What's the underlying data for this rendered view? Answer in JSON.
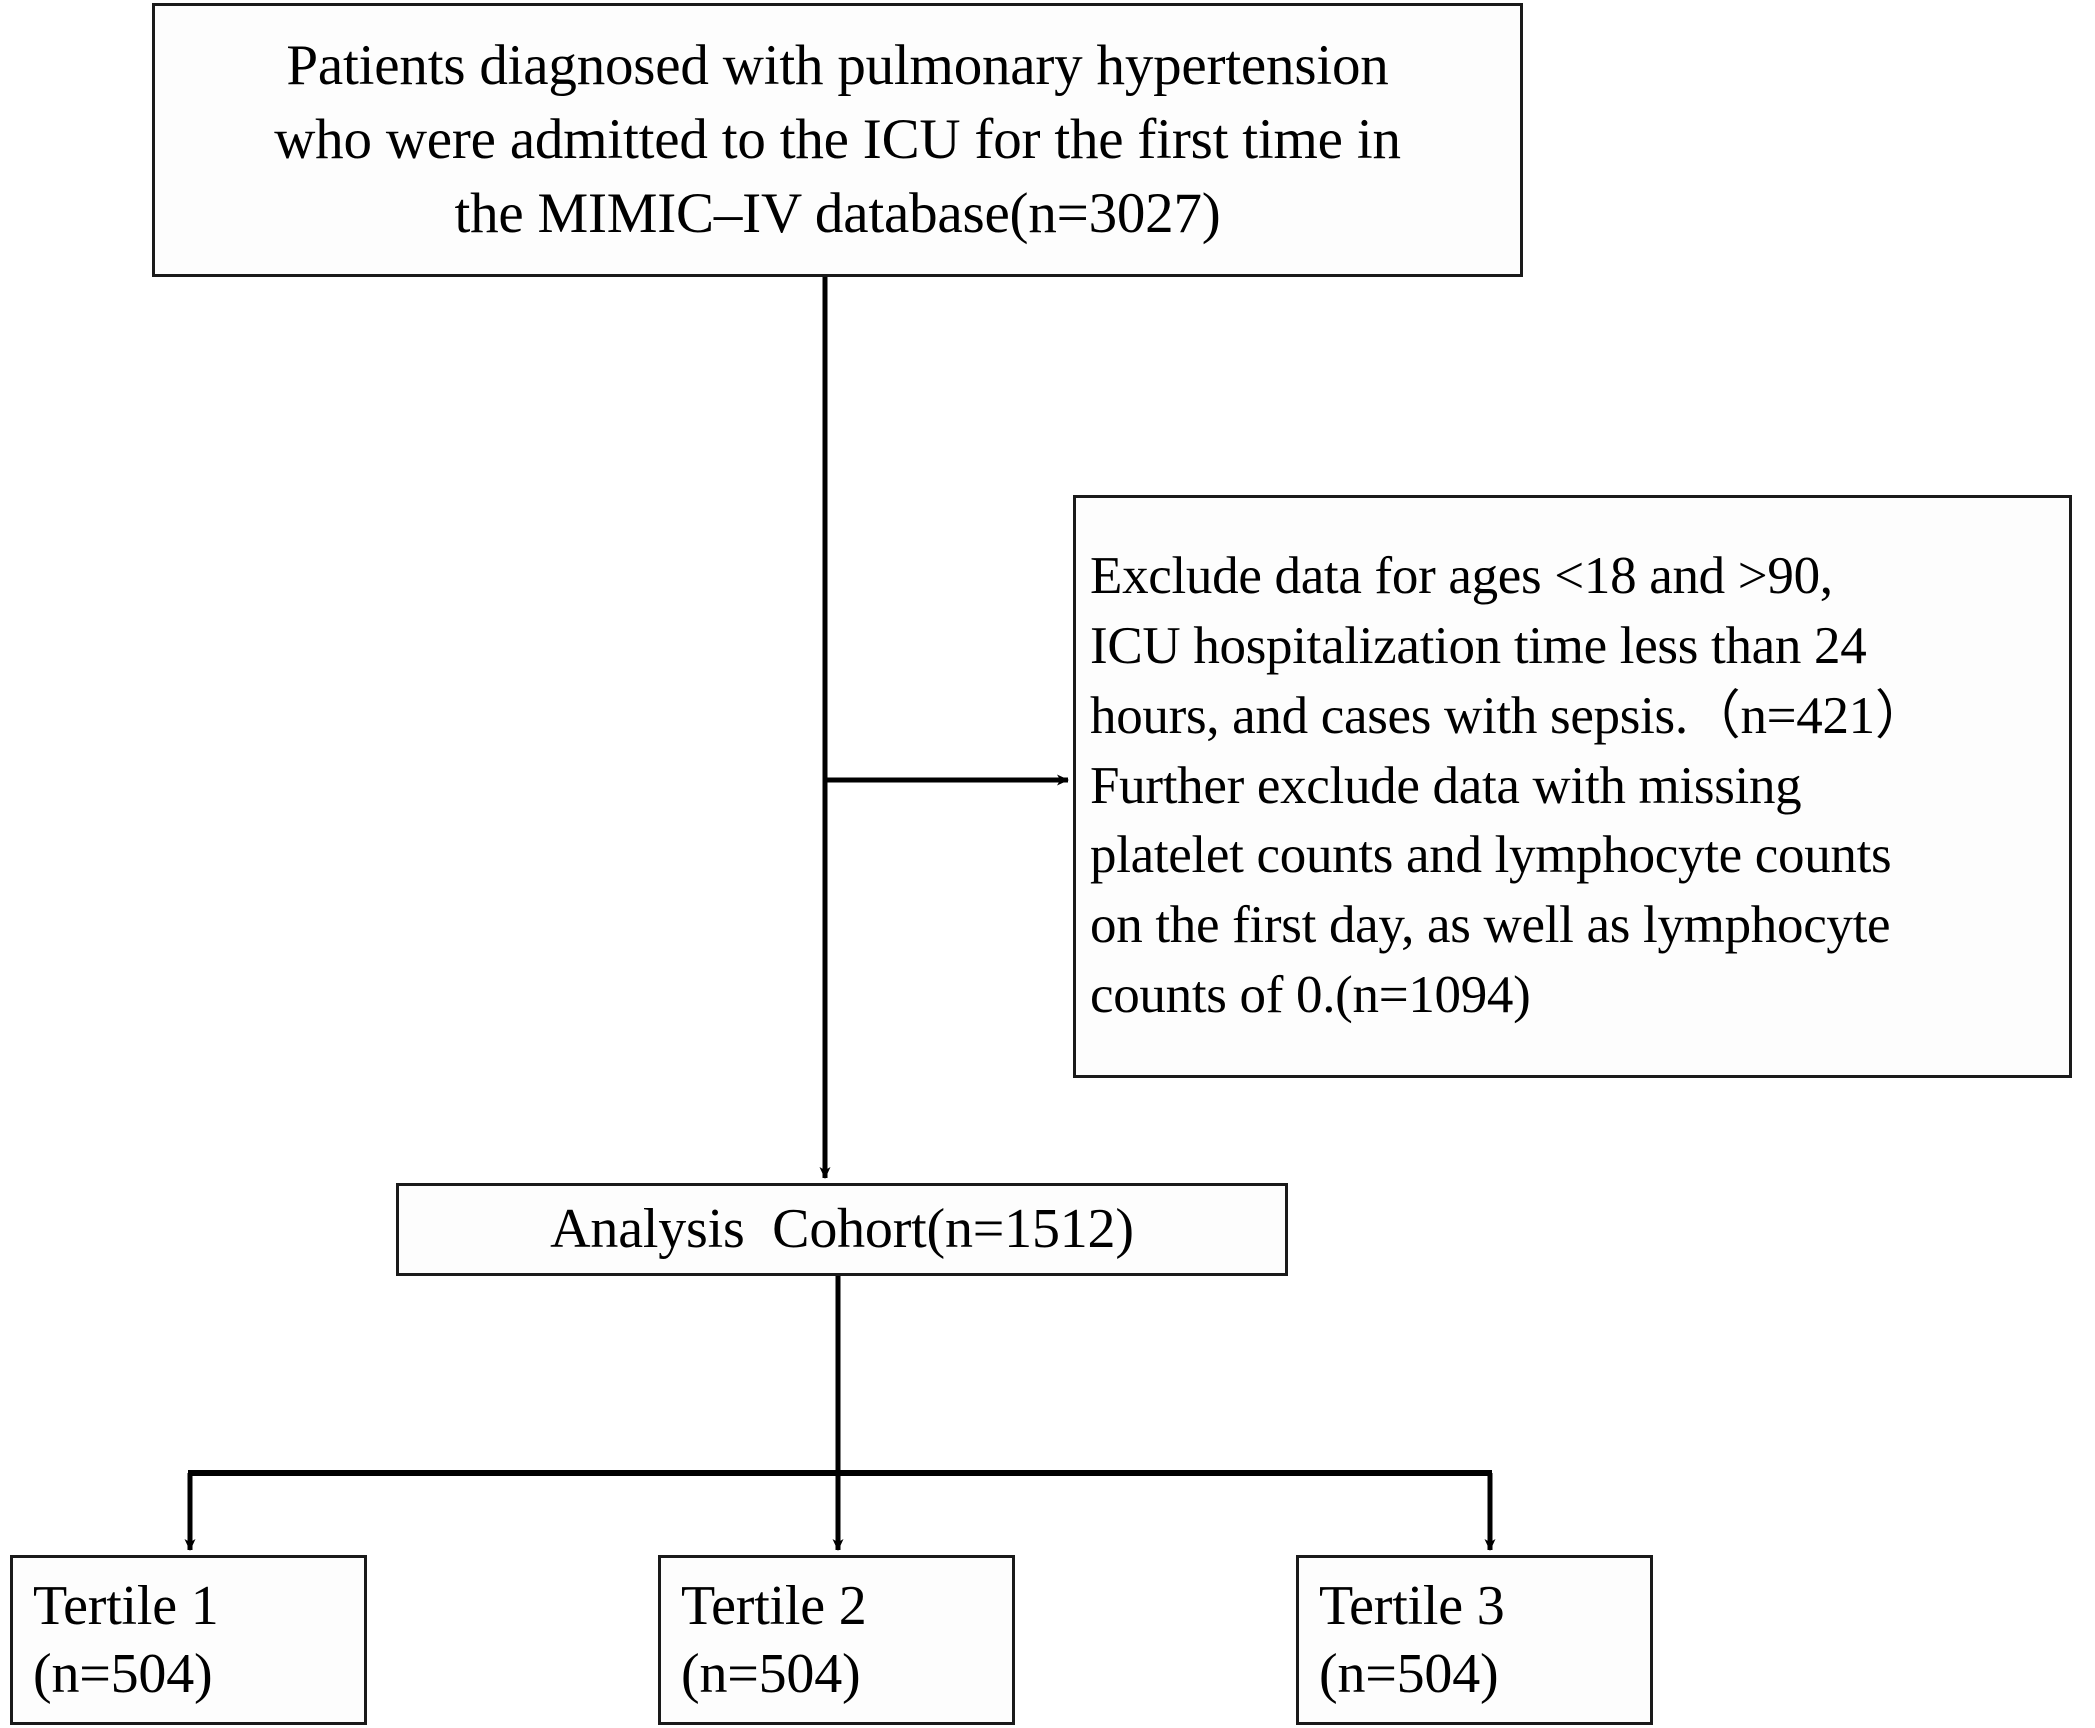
{
  "diagram": {
    "title": "Patient selection flowchart",
    "type": "flowchart",
    "colors": {
      "box_border": "#1a1a1a",
      "box_fill": "#fdfdfd",
      "connector": "#000000",
      "background": "#ffffff"
    }
  },
  "nodes": {
    "source_cohort": {
      "id": "source-cohort",
      "lines": [
        "Patients diagnosed with pulmonary hypertension",
        "who were admitted to the ICU for the first time in",
        "the MIMIC–IV database(n=3027)"
      ],
      "count": 3027
    },
    "exclusion": {
      "id": "exclusion-criteria",
      "lines": [
        "Exclude data for ages <18 and >90,",
        "ICU hospitalization time less than 24",
        "hours, and cases with sepsis.（n=421）",
        "Further exclude data with missing",
        "platelet counts and lymphocyte counts",
        "on the first day, as well as lymphocyte",
        "counts of 0.(n=1094)"
      ],
      "excluded_first": 421,
      "excluded_second": 1094
    },
    "analysis_cohort": {
      "id": "analysis-cohort",
      "lines": [
        "Analysis  Cohort(n=1512)"
      ],
      "count": 1512
    },
    "tertiles": [
      {
        "id": "tertile-1",
        "lines": [
          "Tertile 1",
          "(n=504)"
        ],
        "label": "Tertile 1",
        "count": 504
      },
      {
        "id": "tertile-2",
        "lines": [
          "Tertile 2",
          "(n=504)"
        ],
        "label": "Tertile 2",
        "count": 504
      },
      {
        "id": "tertile-3",
        "lines": [
          "Tertile 3",
          "(n=504)"
        ],
        "label": "Tertile 3",
        "count": 504
      }
    ]
  },
  "connectors": [
    {
      "id": "source-to-cohort",
      "from": "source_cohort",
      "to": "analysis_cohort",
      "style": "arrow-down"
    },
    {
      "id": "cohort-to-exclusion",
      "from": "source_cohort",
      "to": "exclusion",
      "style": "arrow-right"
    },
    {
      "id": "cohort-to-tertile-1",
      "from": "analysis_cohort",
      "to": "tertile-1",
      "style": "elbow-arrow-down"
    },
    {
      "id": "cohort-to-tertile-2",
      "from": "analysis_cohort",
      "to": "tertile-2",
      "style": "arrow-down"
    },
    {
      "id": "cohort-to-tertile-3",
      "from": "analysis_cohort",
      "to": "tertile-3",
      "style": "elbow-arrow-down"
    }
  ]
}
